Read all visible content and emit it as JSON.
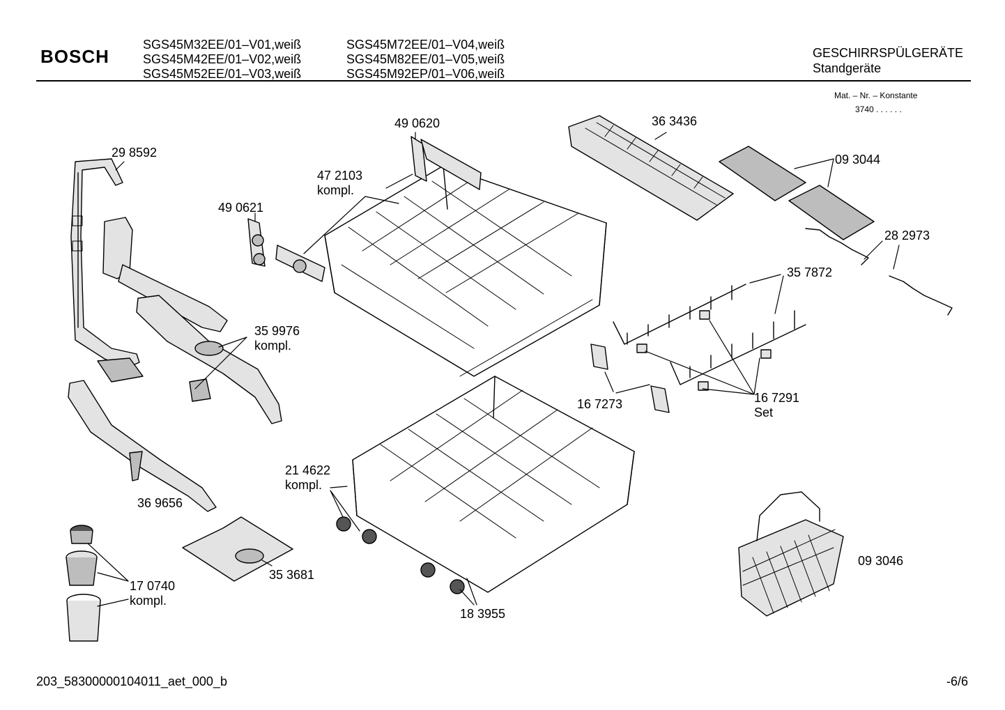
{
  "header": {
    "brand": "BOSCH",
    "models_col1": [
      "SGS45M32EE/01–V01,weiß",
      "SGS45M42EE/01–V02,weiß",
      "SGS45M52EE/01–V03,weiß"
    ],
    "models_col2": [
      "SGS45M72EE/01–V04,weiß",
      "SGS45M82EE/01–V05,weiß",
      "SGS45M92EP/01–V06,weiß"
    ],
    "category": "GESCHIRRSPÜLGERÄTE",
    "subcategory": "Standgeräte",
    "mat_label": "Mat. – Nr. – Konstante",
    "mat_value": "3740  .  .    .  .  .  ."
  },
  "parts": [
    {
      "number": "29 8592",
      "suffix": ""
    },
    {
      "number": "49 0620",
      "suffix": ""
    },
    {
      "number": "47 2103",
      "suffix": "kompl."
    },
    {
      "number": "49 0621",
      "suffix": ""
    },
    {
      "number": "36 3436",
      "suffix": ""
    },
    {
      "number": "09 3044",
      "suffix": ""
    },
    {
      "number": "28 2973",
      "suffix": ""
    },
    {
      "number": "35 7872",
      "suffix": ""
    },
    {
      "number": "35 9976",
      "suffix": "kompl."
    },
    {
      "number": "16 7273",
      "suffix": ""
    },
    {
      "number": "16 7291",
      "suffix": "Set"
    },
    {
      "number": "21 4622",
      "suffix": "kompl."
    },
    {
      "number": "36 9656",
      "suffix": ""
    },
    {
      "number": "09 3046",
      "suffix": ""
    },
    {
      "number": "35 3681",
      "suffix": ""
    },
    {
      "number": "17 0740",
      "suffix": "kompl."
    },
    {
      "number": "18 3955",
      "suffix": ""
    }
  ],
  "footer": {
    "doc_id": "203_58300000104011_aet_000_b",
    "page": "-6/6"
  }
}
